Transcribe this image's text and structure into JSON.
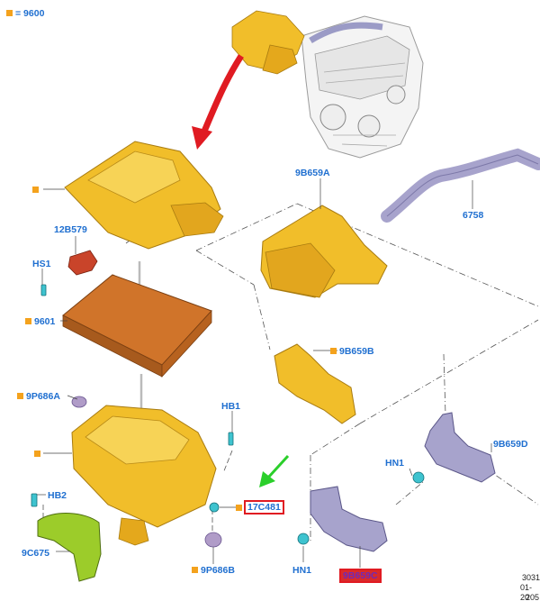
{
  "legend": {
    "text": "= 9600",
    "color": "#f4a21d"
  },
  "labels": {
    "l12B579": "12B579",
    "lHS1": "HS1",
    "l9601": "9601",
    "l9B659A": "9B659A",
    "l6758": "6758",
    "l9B659B": "9B659B",
    "l9P686A": "9P686A",
    "lHB1": "HB1",
    "l17C481": "17C481",
    "lHB2": "HB2",
    "l9C675": "9C675",
    "l9P686B": "9P686B",
    "lHN1a": "HN1",
    "lHN1b": "HN1",
    "l9B659D": "9B659D",
    "lHighlighted": "9B659C"
  },
  "corner": {
    "line1": "3031",
    "line2": "01-20",
    "line3": "205"
  },
  "colors": {
    "label": "#1f6fd0",
    "orange_square": "#f4a21d",
    "highlight_box": "#e01b22",
    "red_arrow": "#e01b22",
    "green_arrow": "#2bcf2b",
    "yellow_part": "#f1be2a",
    "filter_part": "#d0742a",
    "purple_part": "#a7a3cc",
    "green_part": "#9ccc2a",
    "cyan_fastener": "#3ec3cf"
  },
  "icons": [
    "engine-illustration",
    "air-cleaner-housing",
    "air-filter-element",
    "air-duct",
    "fastener-screw",
    "grommet"
  ]
}
